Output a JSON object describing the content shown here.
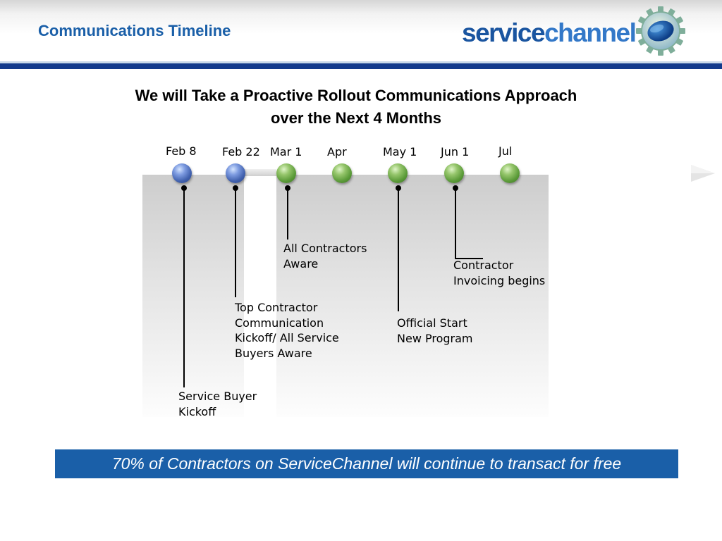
{
  "header": {
    "title": "Communications Timeline",
    "logo": {
      "part1": "service",
      "part2": "channel",
      "icon": "gear-logo-icon"
    }
  },
  "slide_title": {
    "line1": "We will Take a Proactive Rollout Communications Approach",
    "line2": "over the Next 4 Months"
  },
  "timeline": {
    "milestones": [
      {
        "date": "Feb 8",
        "color": "blue"
      },
      {
        "date": "Feb 22",
        "color": "blue"
      },
      {
        "date": "Mar 1",
        "color": "green"
      },
      {
        "date": "Apr",
        "color": "green"
      },
      {
        "date": "May 1",
        "color": "green"
      },
      {
        "date": "Jun 1",
        "color": "green"
      },
      {
        "date": "Jul",
        "color": "green"
      }
    ],
    "events": [
      {
        "lines": [
          "Service Buyer",
          "Kickoff"
        ]
      },
      {
        "lines": [
          "Top Contractor",
          "Communication",
          "Kickoff/ All Service",
          "Buyers Aware"
        ]
      },
      {
        "lines": [
          "All Contractors",
          "Aware"
        ]
      },
      {
        "lines": [
          "Official Start",
          "New Program"
        ]
      },
      {
        "lines": [
          "Contractor",
          "Invoicing begins"
        ]
      }
    ]
  },
  "colors": {
    "brand": "#1a5fa8",
    "rule": "#123a8c",
    "milestone_blue": "#4a6cc0",
    "milestone_green": "#6aa843"
  },
  "nav": {
    "next_icon": "play-arrow-icon"
  },
  "banner": {
    "text": "70% of Contractors on ServiceChannel will continue to transact for free"
  }
}
